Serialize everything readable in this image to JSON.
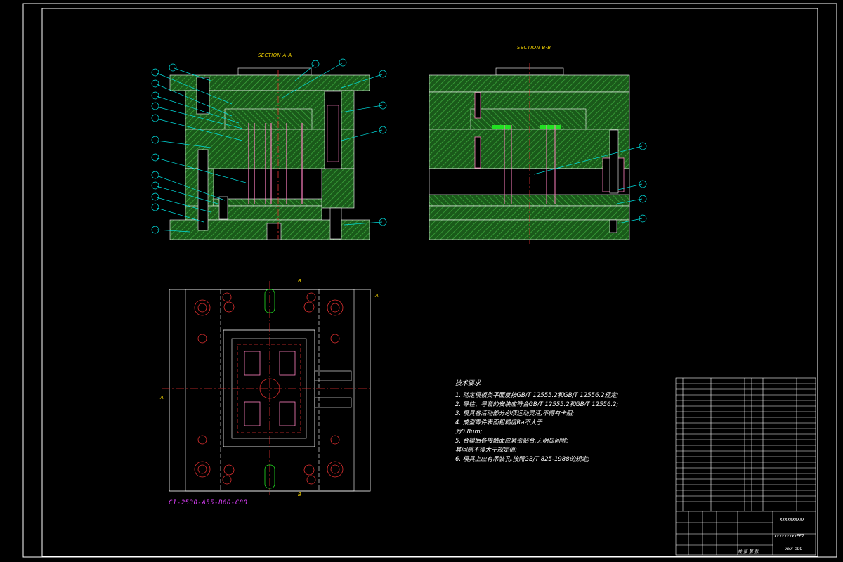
{
  "drawing": {
    "section_a_title": "SECTION A-A",
    "section_b_title": "SECTION B-B",
    "drawing_code": "CI-2530-A55-B60-C80",
    "cut_labels": {
      "b_top": "B",
      "b_bottom": "B",
      "a_right": "A",
      "a_left": "A"
    }
  },
  "notes": {
    "title": "技术要求",
    "lines": [
      "1. 动定模板类平面度按GB/T 12555.2和GB/T 12556.2规定;",
      "2. 导柱、导套的安装应符合GB/T 12555.2和GB/T 12556.2;",
      "3. 模具各活动部分必须运动灵活,不得有卡阻;",
      "4. 成型零件表面粗糙度Ra不大于",
      "   为0.8um;",
      "5. 合模后各接触面应紧密贴合,无明显间隙;",
      "   其间隙不得大于规定值;",
      "6. 模具上应有吊装孔,按照GB/T 825-1988的规定;"
    ]
  },
  "title_block": {
    "drawing_no": "xxxxxxxxxx",
    "scale_text": "xxxxxxxxxFF7",
    "sheet_text": "共 张 第 张",
    "code_text": "xxx-000"
  },
  "colors": {
    "background": "#000000",
    "frame": "#ffffff",
    "hatch": "#2fa02f",
    "outline": "#ffffff",
    "centerline": "#e03030",
    "leader": "#00e0e0",
    "part": "#ff80c0",
    "text_accent": "#f0d000"
  }
}
